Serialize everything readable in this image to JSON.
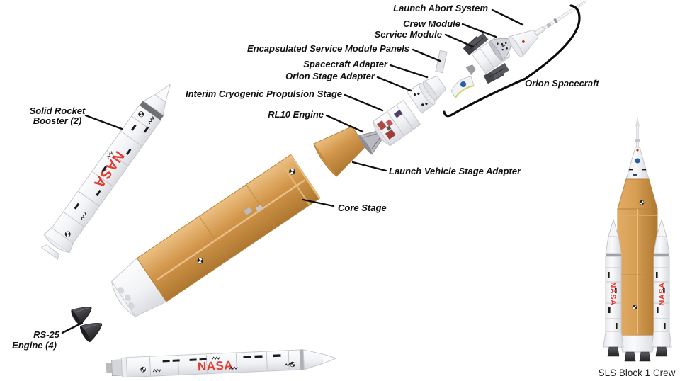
{
  "diagram": {
    "caption": "SLS Block 1 Crew",
    "labels": {
      "launch_abort_system": "Launch Abort System",
      "crew_module": "Crew Module",
      "service_module": "Service Module",
      "esm_panels": "Encapsulated Service Module Panels",
      "spacecraft_adapter": "Spacecraft Adapter",
      "orion_stage_adapter": "Orion Stage Adapter",
      "icps": "Interim Cryogenic Propulsion Stage",
      "rl10_engine": "RL10 Engine",
      "orion_spacecraft": "Orion Spacecraft",
      "srb_line1": "Solid Rocket",
      "srb_line2": "Booster (2)",
      "lvsa": "Launch Vehicle Stage Adapter",
      "core_stage": "Core Stage",
      "rs25_line1": "RS-25",
      "rs25_line2": "Engine (4)"
    },
    "logos": {
      "nasa_worm": "NASA"
    },
    "colors": {
      "core_orange": "#D2964B",
      "nasa_red": "#E03C31",
      "label_text": "#111111",
      "leader_line": "#111111",
      "nozzle_dark": "#3C3C41",
      "background": "#FFFFFF"
    }
  }
}
